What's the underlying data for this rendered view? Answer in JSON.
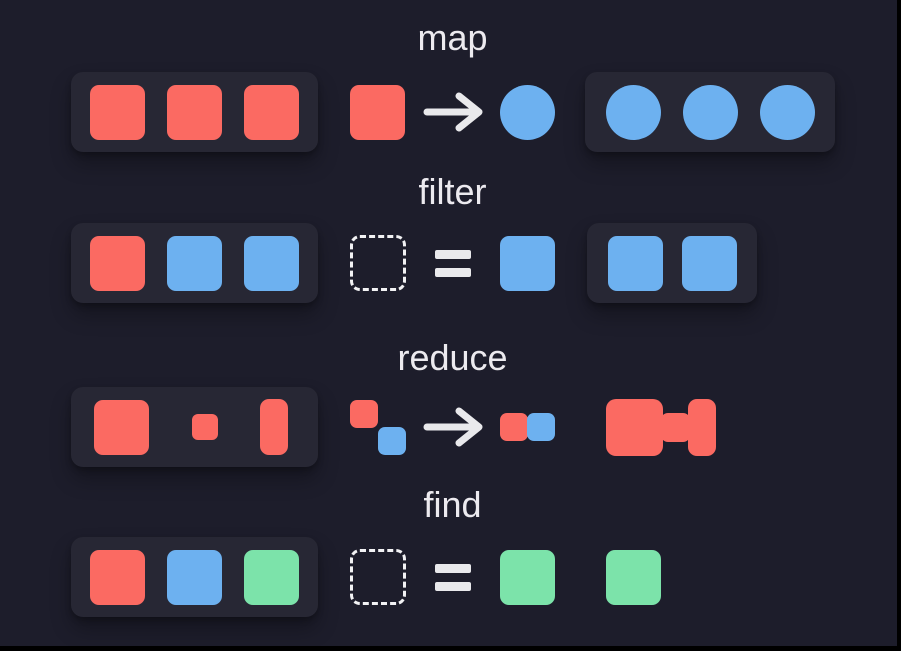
{
  "diagram_title": "array-methods-diagram",
  "colors": {
    "background": "#1d1d2b",
    "panel": "#272734",
    "text": "#eceaef",
    "stroke": "#e9e9ec",
    "red": "#fb6a62",
    "blue": "#6db1f0",
    "green": "#7ce3aa",
    "edge": "#000000"
  },
  "rows": [
    {
      "label": "map",
      "input": {
        "panel": true,
        "shapes": [
          {
            "type": "square",
            "color": "red"
          },
          {
            "type": "square",
            "color": "red"
          },
          {
            "type": "square",
            "color": "red"
          }
        ]
      },
      "operation": {
        "left": [
          {
            "type": "square",
            "color": "red"
          }
        ],
        "symbol": "arrow-icon",
        "right": [
          {
            "type": "circle",
            "color": "blue"
          }
        ]
      },
      "output": {
        "panel": true,
        "shapes": [
          {
            "type": "circle",
            "color": "blue"
          },
          {
            "type": "circle",
            "color": "blue"
          },
          {
            "type": "circle",
            "color": "blue"
          }
        ]
      }
    },
    {
      "label": "filter",
      "input": {
        "panel": true,
        "shapes": [
          {
            "type": "square",
            "color": "red"
          },
          {
            "type": "square",
            "color": "blue"
          },
          {
            "type": "square",
            "color": "blue"
          }
        ]
      },
      "operation": {
        "left": [
          {
            "type": "dashed-square"
          }
        ],
        "symbol": "equals-icon",
        "right": [
          {
            "type": "square",
            "color": "blue"
          }
        ]
      },
      "output": {
        "panel": true,
        "shapes": [
          {
            "type": "square",
            "color": "blue"
          },
          {
            "type": "square",
            "color": "blue"
          }
        ]
      }
    },
    {
      "label": "reduce",
      "input": {
        "panel": true,
        "shapes": [
          {
            "type": "square",
            "color": "red"
          },
          {
            "type": "small-square",
            "color": "red"
          },
          {
            "type": "tall-rect",
            "color": "red"
          }
        ]
      },
      "operation": {
        "left": [
          {
            "type": "pair-diagonal",
            "colors": [
              "red",
              "blue"
            ]
          }
        ],
        "symbol": "arrow-icon",
        "right": [
          {
            "type": "pair-horizontal",
            "colors": [
              "red",
              "blue"
            ]
          }
        ]
      },
      "output": {
        "panel": false,
        "shapes": [
          {
            "type": "merged-triple",
            "colors": [
              "red",
              "red",
              "red"
            ]
          }
        ]
      }
    },
    {
      "label": "find",
      "input": {
        "panel": true,
        "shapes": [
          {
            "type": "square",
            "color": "red"
          },
          {
            "type": "square",
            "color": "blue"
          },
          {
            "type": "square",
            "color": "green"
          }
        ]
      },
      "operation": {
        "left": [
          {
            "type": "dashed-square"
          }
        ],
        "symbol": "equals-icon",
        "right": [
          {
            "type": "square",
            "color": "green"
          }
        ]
      },
      "output": {
        "panel": false,
        "shapes": [
          {
            "type": "square",
            "color": "green"
          }
        ]
      }
    }
  ]
}
